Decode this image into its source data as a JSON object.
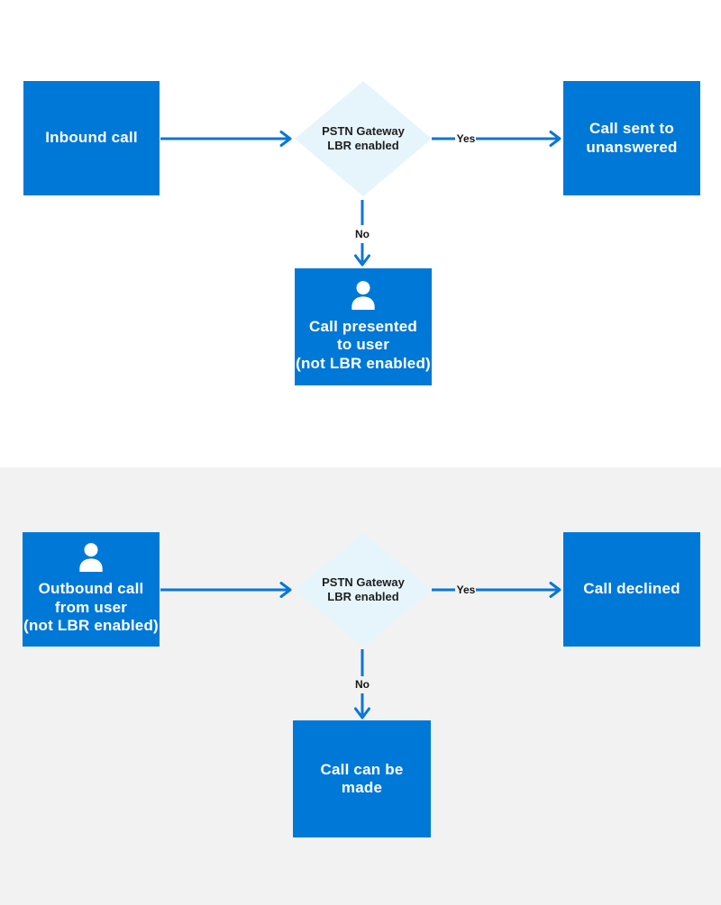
{
  "icons": {
    "person": "person-icon"
  },
  "colors": {
    "node_fill": "#0078D7",
    "node_text": "#FFFFFF",
    "decision_fill": "#E6F5FB",
    "decision_text": "#1F1F1F",
    "arrow": "#0877D7",
    "edge_label_text": "#161616",
    "top_section_bg": "#FFFFFF",
    "bottom_section_bg": "#F2F2F2"
  },
  "inbound_flow": {
    "start": "Inbound call",
    "decision": "PSTN Gateway\nLBR enabled",
    "yes_label": "Yes",
    "no_label": "No",
    "yes_outcome": "Call sent to\nunanswered",
    "no_outcome": "Call presented\nto user\n(not LBR enabled)"
  },
  "outbound_flow": {
    "start": "Outbound call\nfrom user\n(not LBR enabled)",
    "decision": "PSTN Gateway\nLBR enabled",
    "yes_label": "Yes",
    "no_label": "No",
    "yes_outcome": "Call declined",
    "no_outcome": "Call can be\nmade"
  }
}
